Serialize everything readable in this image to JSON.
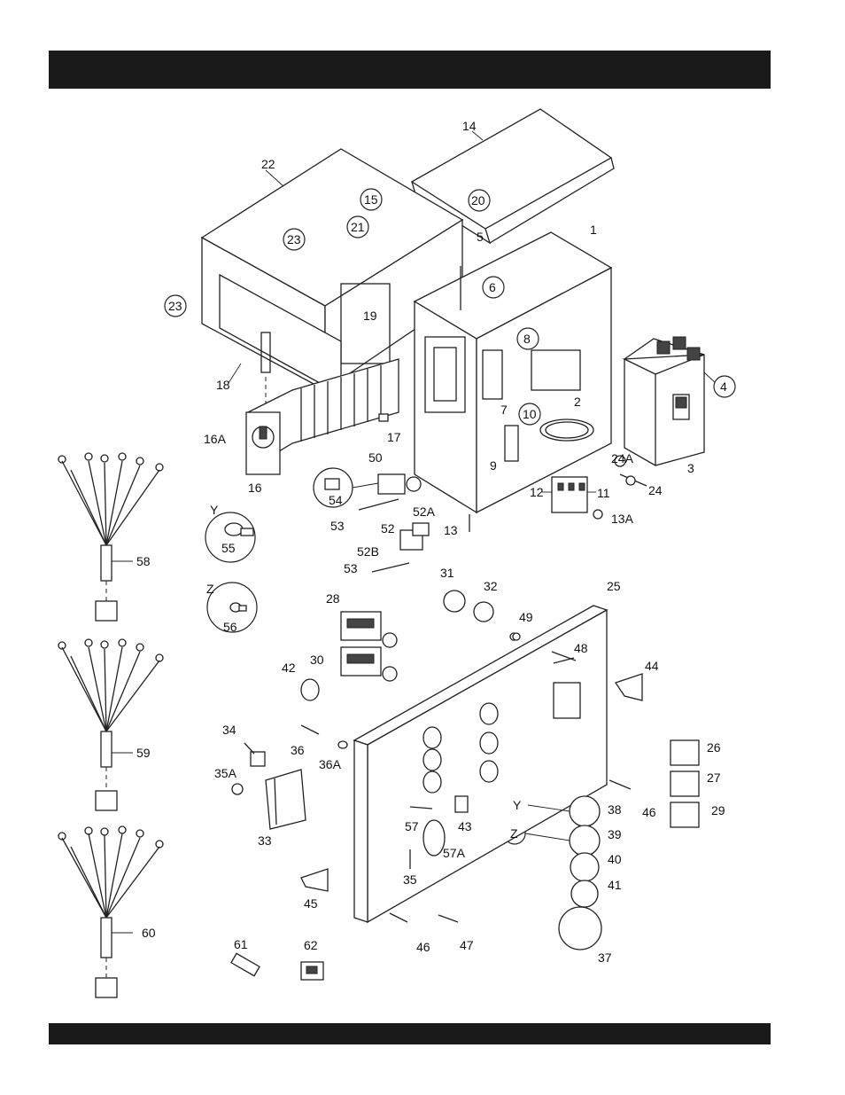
{
  "callouts": [
    {
      "id": "c14",
      "label": "14"
    },
    {
      "id": "c22",
      "label": "22"
    },
    {
      "id": "c15",
      "label": "15"
    },
    {
      "id": "c20",
      "label": "20"
    },
    {
      "id": "c23a",
      "label": "23"
    },
    {
      "id": "c21",
      "label": "21"
    },
    {
      "id": "c5",
      "label": "5"
    },
    {
      "id": "c1",
      "label": "1"
    },
    {
      "id": "c23b",
      "label": "23"
    },
    {
      "id": "c6",
      "label": "6"
    },
    {
      "id": "c19",
      "label": "19"
    },
    {
      "id": "c8",
      "label": "8"
    },
    {
      "id": "c4",
      "label": "4"
    },
    {
      "id": "c18",
      "label": "18"
    },
    {
      "id": "c7",
      "label": "7"
    },
    {
      "id": "c10",
      "label": "10"
    },
    {
      "id": "c2",
      "label": "2"
    },
    {
      "id": "c16A",
      "label": "16A"
    },
    {
      "id": "c17",
      "label": "17"
    },
    {
      "id": "c9",
      "label": "9"
    },
    {
      "id": "c3",
      "label": "3"
    },
    {
      "id": "c24A",
      "label": "24A"
    },
    {
      "id": "c50",
      "label": "50"
    },
    {
      "id": "c16",
      "label": "16"
    },
    {
      "id": "c12",
      "label": "12"
    },
    {
      "id": "c11",
      "label": "11"
    },
    {
      "id": "c24",
      "label": "24"
    },
    {
      "id": "c54",
      "label": "54"
    },
    {
      "id": "cY1",
      "label": "Y"
    },
    {
      "id": "c53a",
      "label": "53"
    },
    {
      "id": "c52A",
      "label": "52A"
    },
    {
      "id": "c52",
      "label": "52"
    },
    {
      "id": "c13",
      "label": "13"
    },
    {
      "id": "c13A",
      "label": "13A"
    },
    {
      "id": "c55",
      "label": "55"
    },
    {
      "id": "c58",
      "label": "58"
    },
    {
      "id": "c52B",
      "label": "52B"
    },
    {
      "id": "c53b",
      "label": "53"
    },
    {
      "id": "c31",
      "label": "31"
    },
    {
      "id": "c32",
      "label": "32"
    },
    {
      "id": "c25",
      "label": "25"
    },
    {
      "id": "cZ1",
      "label": "Z"
    },
    {
      "id": "c28",
      "label": "28"
    },
    {
      "id": "c49",
      "label": "49"
    },
    {
      "id": "c56",
      "label": "56"
    },
    {
      "id": "c48",
      "label": "48"
    },
    {
      "id": "c30",
      "label": "30"
    },
    {
      "id": "c42",
      "label": "42"
    },
    {
      "id": "c44",
      "label": "44"
    },
    {
      "id": "c34",
      "label": "34"
    },
    {
      "id": "c26",
      "label": "26"
    },
    {
      "id": "c36",
      "label": "36"
    },
    {
      "id": "c36A",
      "label": "36A"
    },
    {
      "id": "c59",
      "label": "59"
    },
    {
      "id": "c35A",
      "label": "35A"
    },
    {
      "id": "c27",
      "label": "27"
    },
    {
      "id": "cY2",
      "label": "Y"
    },
    {
      "id": "c38",
      "label": "38"
    },
    {
      "id": "c46a",
      "label": "46"
    },
    {
      "id": "c29",
      "label": "29"
    },
    {
      "id": "c33",
      "label": "33"
    },
    {
      "id": "c57",
      "label": "57"
    },
    {
      "id": "c43",
      "label": "43"
    },
    {
      "id": "cZ2",
      "label": "Z"
    },
    {
      "id": "c39",
      "label": "39"
    },
    {
      "id": "c57A",
      "label": "57A"
    },
    {
      "id": "c40",
      "label": "40"
    },
    {
      "id": "c41",
      "label": "41"
    },
    {
      "id": "c35",
      "label": "35"
    },
    {
      "id": "c45",
      "label": "45"
    },
    {
      "id": "c60",
      "label": "60"
    },
    {
      "id": "c47",
      "label": "47"
    },
    {
      "id": "c46b",
      "label": "46"
    },
    {
      "id": "c37",
      "label": "37"
    },
    {
      "id": "c62",
      "label": "62"
    },
    {
      "id": "c61",
      "label": "61"
    }
  ]
}
